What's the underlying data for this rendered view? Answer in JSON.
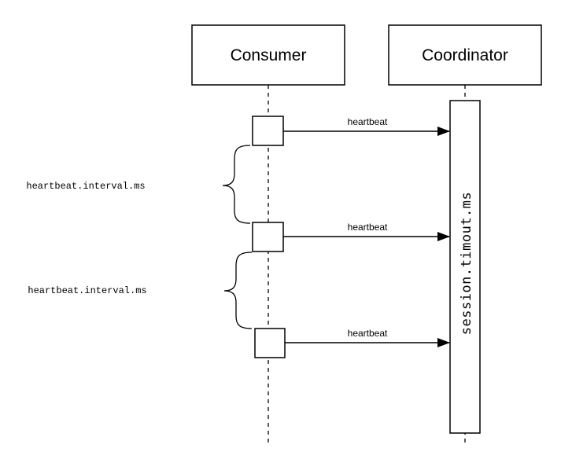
{
  "participants": {
    "consumer": "Consumer",
    "coordinator": "Coordinator"
  },
  "messages": [
    {
      "label": "heartbeat"
    },
    {
      "label": "heartbeat"
    },
    {
      "label": "heartbeat"
    }
  ],
  "intervals": [
    {
      "label": "heartbeat.interval.ms"
    },
    {
      "label": "heartbeat.interval.ms"
    }
  ],
  "timeout": {
    "label": "session.timout.ms"
  }
}
